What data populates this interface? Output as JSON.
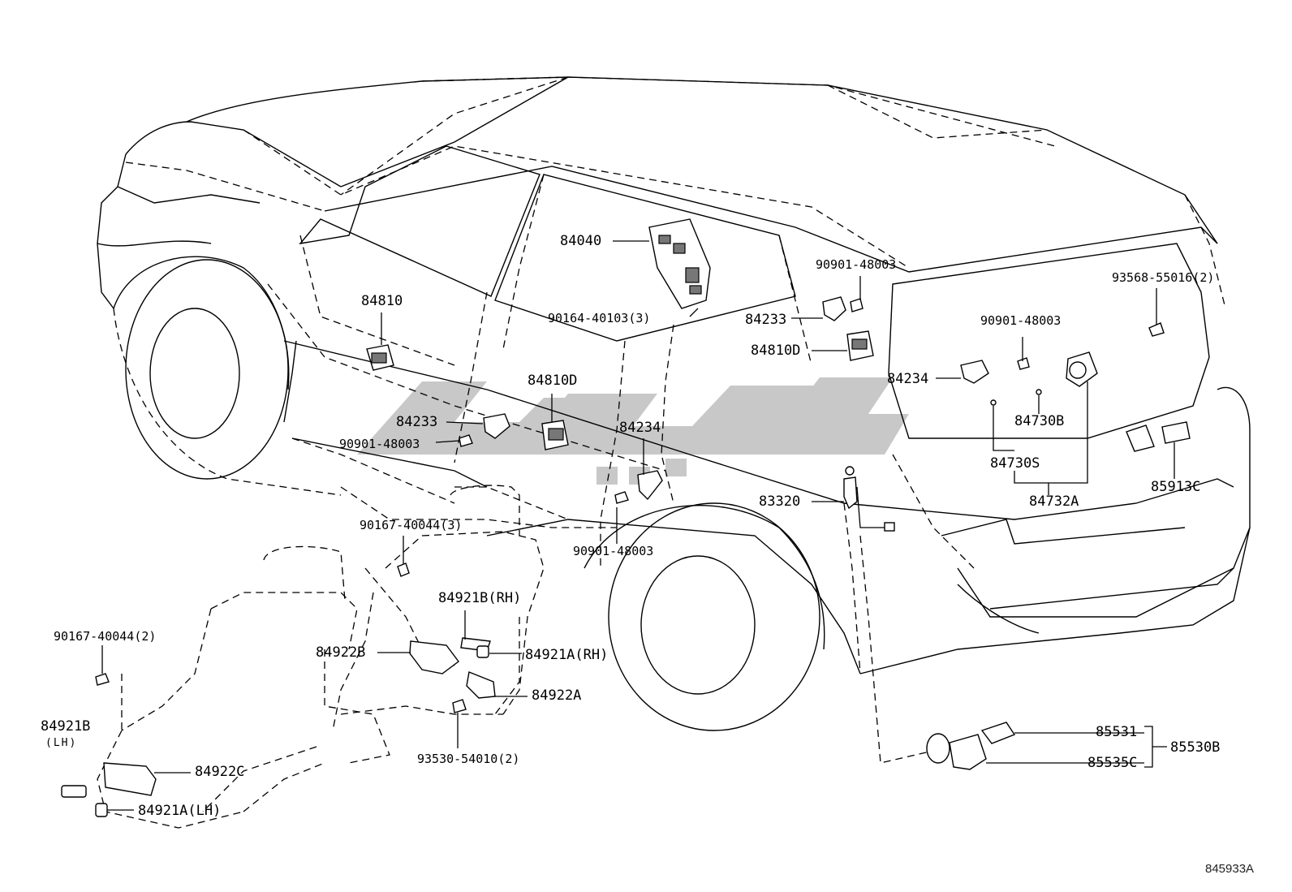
{
  "diagram_id": "845933A",
  "watermark": "ﻗﻄﻌﻪ",
  "labels": {
    "p84040": "84040",
    "p90901_48003_a": "90901-48003",
    "p93568": "93568-55016(2)",
    "p84810_a": "84810",
    "p90164": "90164-40103(3)",
    "p84233_a": "84233",
    "p90901_48003_b": "90901-48003",
    "p84810d_a": "84810D",
    "p84234_a": "84234",
    "p84810d_b": "84810D",
    "p84233_b": "84233",
    "p90901_48003_c": "90901-48003",
    "p84234_b": "84234",
    "p84730b": "84730B",
    "p84730s": "84730S",
    "p84732a": "84732A",
    "p83320": "83320",
    "p85913c": "85913C",
    "p90167_3": "90167-40044(3)",
    "p90901_48003_d": "90901-48003",
    "p84921b_rh": "84921B(RH)",
    "p84922b": "84922B",
    "p84921a_rh": "84921A(RH)",
    "p84922a": "84922A",
    "p90167_2": "90167-40044(2)",
    "p84921b": "84921B",
    "p_lh": "(LH)",
    "p84922c": "84922C",
    "p84921a_lh": "84921A(LH)",
    "p93530": "93530-54010(2)",
    "p85531": "85531",
    "p85535c": "85535C",
    "p85530b": "85530B"
  },
  "colors": {
    "line": "#000000",
    "watermark": "#c8c8c8",
    "background": "#ffffff"
  }
}
